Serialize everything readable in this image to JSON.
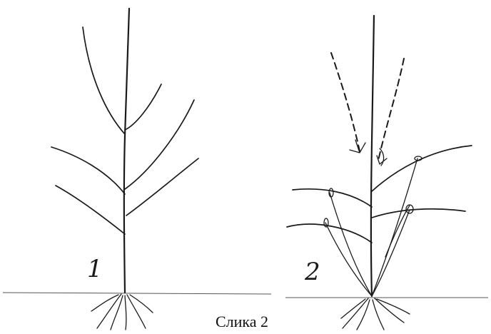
{
  "figure": {
    "caption": "Слика 2",
    "panel_1_label": "1",
    "panel_2_label": "2"
  }
}
